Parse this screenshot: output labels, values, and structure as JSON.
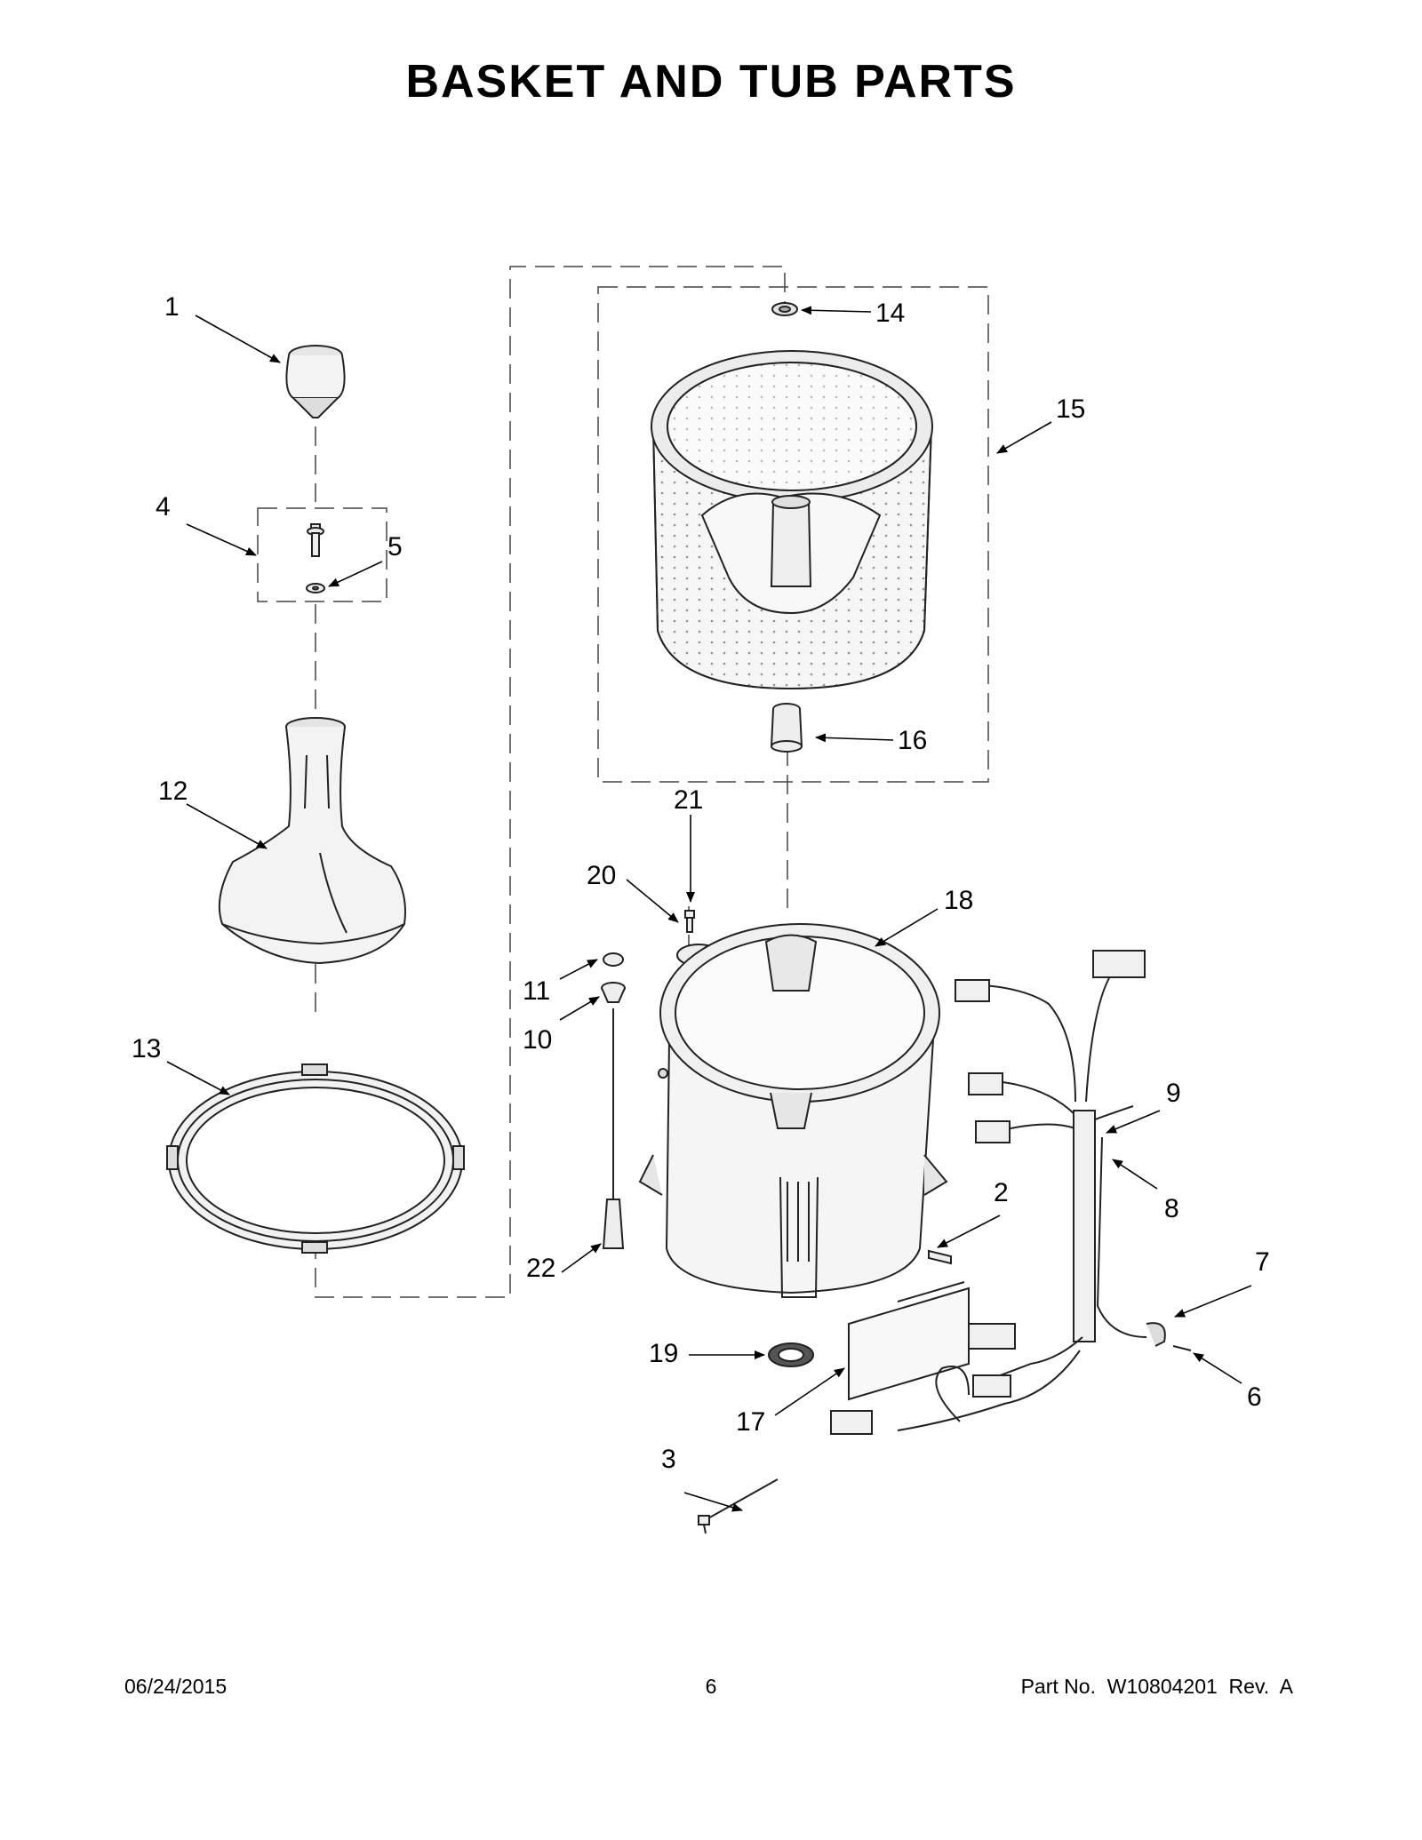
{
  "title": "BASKET AND TUB PARTS",
  "callouts": [
    "1",
    "2",
    "3",
    "4",
    "5",
    "6",
    "7",
    "8",
    "9",
    "10",
    "11",
    "12",
    "13",
    "14",
    "15",
    "16",
    "17",
    "18",
    "19",
    "20",
    "21",
    "22"
  ],
  "footer": {
    "date": "06/24/2015",
    "page": "6",
    "part_no": "Part No.  W10804201  Rev.  A"
  }
}
